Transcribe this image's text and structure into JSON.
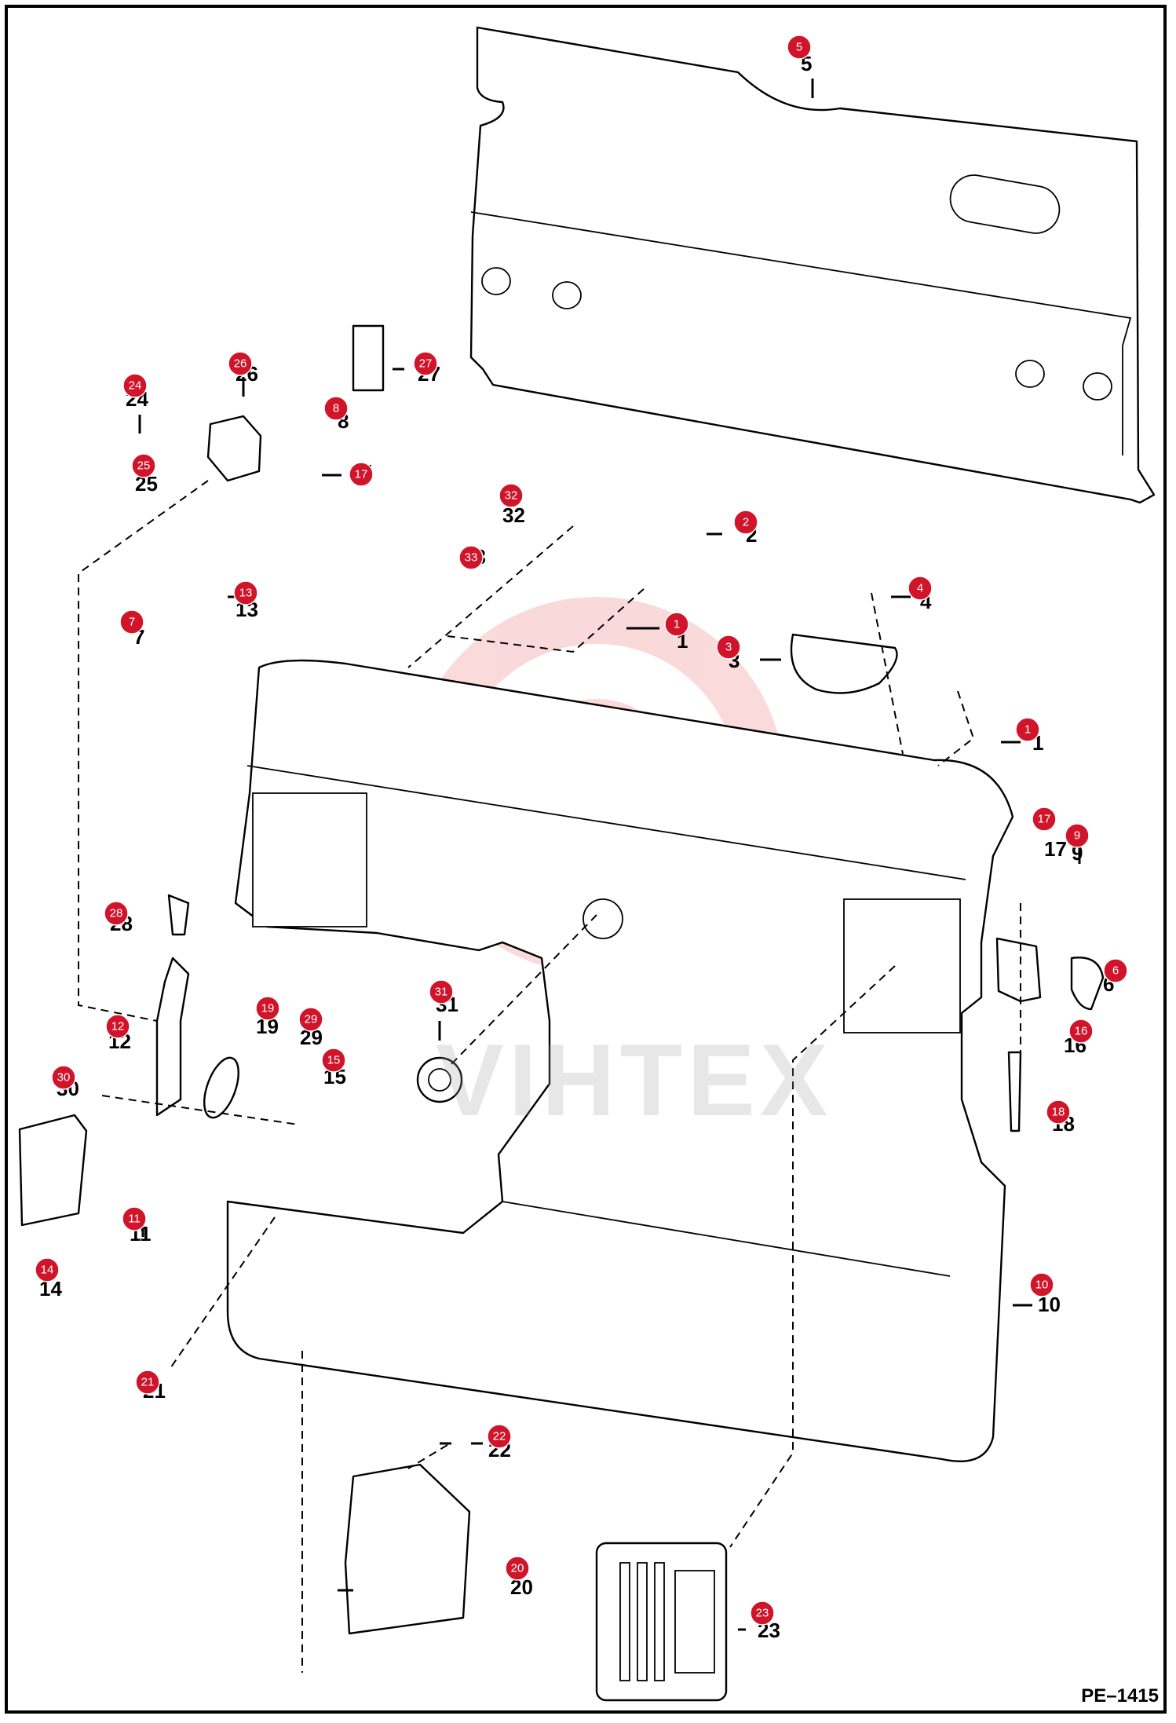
{
  "figure_id": "PE–1415",
  "watermark_text": "VIHTEX",
  "accent_color": "#d0142a",
  "callouts": [
    "1",
    "1",
    "1",
    "2",
    "3",
    "4",
    "5",
    "6",
    "7",
    "8",
    "9",
    "10",
    "11",
    "12",
    "13",
    "14",
    "15",
    "16",
    "17",
    "17",
    "18",
    "19",
    "20",
    "21",
    "22",
    "23",
    "24",
    "25",
    "26",
    "27",
    "28",
    "29",
    "30",
    "31",
    "32",
    "33"
  ],
  "part_numbers": [
    "1",
    "1",
    "1",
    "2",
    "3",
    "4",
    "5",
    "6",
    "7",
    "8",
    "9",
    "10",
    "11",
    "12",
    "13",
    "14",
    "15",
    "16",
    "17",
    "17",
    "18",
    "19",
    "20",
    "21",
    "22",
    "23",
    "24",
    "25",
    "26",
    "27",
    "28",
    "29",
    "30",
    "31",
    "32",
    "33"
  ]
}
